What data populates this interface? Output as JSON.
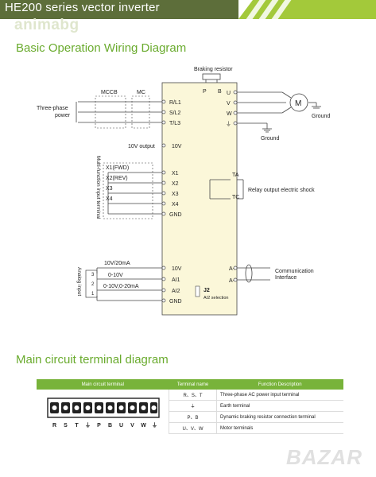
{
  "header": {
    "title": "HE200 series vector inverter",
    "watermark": "animabg"
  },
  "sections": {
    "wiring_title": "Basic Operation Wiring Diagram",
    "terminal_title": "Main circuit terminal diagram"
  },
  "wiring": {
    "braking_resistor": "Braking resistor",
    "p": "P",
    "b": "B",
    "mccb": "MCCB",
    "mc": "MC",
    "three_phase_power_line1": "Three-phase",
    "three_phase_power_line2": "power",
    "r_l1": "R/L1",
    "s_l2": "S/L2",
    "t_l3": "T/L3",
    "u": "U",
    "v": "V",
    "w": "W",
    "earth_symbol": "⏚",
    "motor": "M",
    "ground": "Ground",
    "ground2": "Ground",
    "tenv_output": "10V output",
    "tenv": "10V",
    "x1_fwd": "X1(FWD)",
    "x2_rev": "X2(REV)",
    "x3": "X3",
    "x4": "X4",
    "x1": "X1",
    "x2": "X2",
    "x3_term": "X3",
    "x4_term": "X4",
    "gnd": "GND",
    "multi_function_input": "Multi-function input terminal",
    "ta": "TA",
    "tc": "TC",
    "relay_output": "Relay output electric shock",
    "tenv_20ma": "10V/20mA",
    "zero_10v": "0-10V",
    "zero_10v_020ma": "0-10V,0-20mA",
    "analog_input": "Analog input",
    "pot3": "3",
    "pot2": "2",
    "pot1": "1",
    "tenv_term": "10V",
    "ai1": "AI1",
    "ai2": "AI2",
    "gnd2": "GND",
    "j2": "J2",
    "ai2_selection": "AI2 selection",
    "a_plus": "A+",
    "a_minus": "A-",
    "communication_line1": "Communication",
    "communication_line2": "Interface"
  },
  "terminal_table": {
    "headers": [
      "Main circuit terminal",
      "Terminal name",
      "Function Description"
    ],
    "rows": [
      {
        "name": "R、S、T",
        "desc": "Three-phase AC power input terminal"
      },
      {
        "name": "⏚",
        "desc": "Earth terminal"
      },
      {
        "name": "P、B",
        "desc": "Dynamic braking resistor connection terminal"
      },
      {
        "name": "U、V、W",
        "desc": "Motor terminals"
      }
    ],
    "strip_labels": [
      "R",
      "S",
      "T",
      "⏚",
      "P",
      "B",
      "U",
      "V",
      "W",
      "⏚"
    ]
  },
  "logo": "BAZAR"
}
